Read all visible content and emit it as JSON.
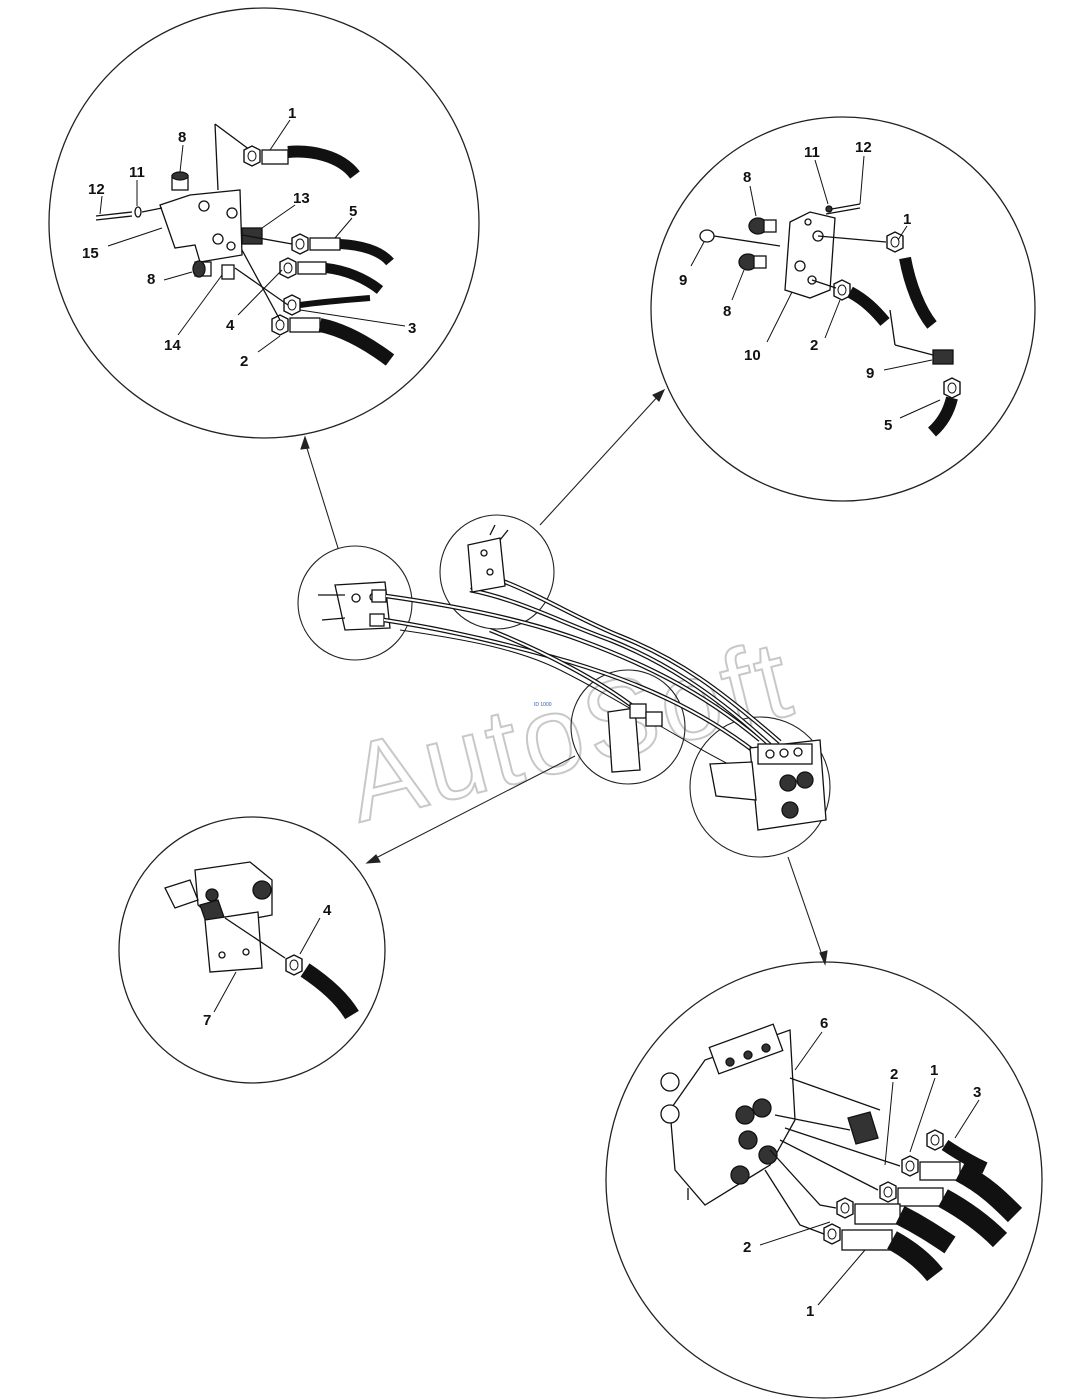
{
  "watermark": {
    "text": "AutoSoft"
  },
  "tiny_mark": "ID 1000",
  "detail_top_left": {
    "callouts": [
      "1",
      "8",
      "11",
      "12",
      "13",
      "5",
      "15",
      "8",
      "14",
      "4",
      "3",
      "2"
    ]
  },
  "detail_top_right": {
    "callouts": [
      "8",
      "11",
      "12",
      "1",
      "9",
      "8",
      "10",
      "2",
      "9",
      "5"
    ]
  },
  "detail_bottom_left": {
    "callouts": [
      "4",
      "7"
    ]
  },
  "detail_bottom_right": {
    "callouts": [
      "6",
      "2",
      "1",
      "3",
      "2",
      "1"
    ]
  }
}
